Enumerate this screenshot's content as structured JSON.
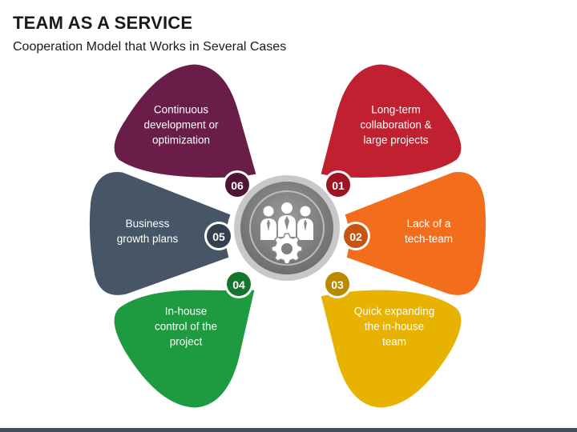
{
  "header": {
    "title": "TEAM AS A SERVICE",
    "subtitle": "Cooperation Model that Works in Several Cases"
  },
  "center": {
    "icon": "team-gear-icon",
    "ring_color": "#7f7f7f"
  },
  "items": [
    {
      "number": "01",
      "lines": [
        "Long-term",
        "collaboration &",
        "large projects"
      ],
      "color": "#c0202f",
      "badge_color": "#9e1422"
    },
    {
      "number": "02",
      "lines": [
        "Lack of a",
        "tech-team"
      ],
      "color": "#f26e1c",
      "badge_color": "#c95410"
    },
    {
      "number": "03",
      "lines": [
        "Quick expanding",
        "the in-house",
        "team"
      ],
      "color": "#e8b200",
      "badge_color": "#b88a00"
    },
    {
      "number": "04",
      "lines": [
        "In-house",
        "control of the",
        "project"
      ],
      "color": "#1e9b41",
      "badge_color": "#14752f"
    },
    {
      "number": "05",
      "lines": [
        "Business",
        "growth plans"
      ],
      "color": "#475667",
      "badge_color": "#34404e"
    },
    {
      "number": "06",
      "lines": [
        "Continuous",
        "development or",
        "optimization"
      ],
      "color": "#6b1d4a",
      "badge_color": "#501437"
    }
  ]
}
